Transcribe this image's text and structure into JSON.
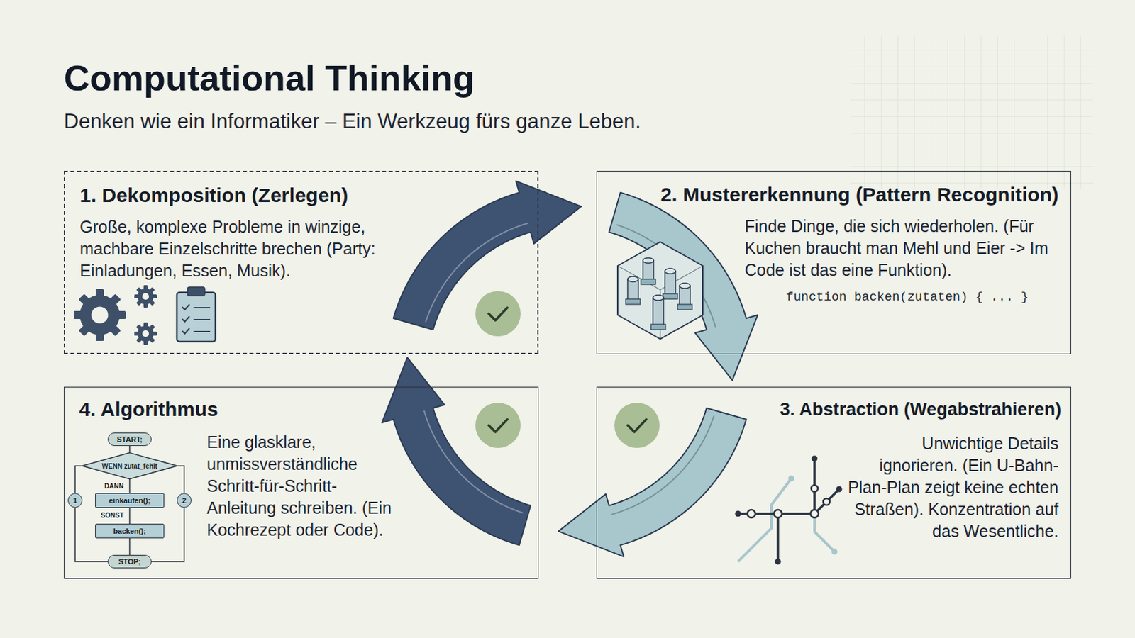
{
  "diagram": {
    "title": "Computational Thinking",
    "caption": "Denken wie ein Informatiker – Ein Werkzeug fürs ganze Leben.",
    "nodes": [
      {
        "text": [
          "1. Dekomposition (Zerlegen)",
          "Große, komplexe Probleme in winzige, machbare Einzelschritte brechen (Party: Einladungen, Essen, Musik)."
        ]
      },
      {
        "text": [
          "2. Mustererkennung (Pattern Recognition)",
          "Finde Dinge, die sich wiederholen. (Für Kuchen braucht man Mehl und Eier -> Im Code ist das eine Funktion).",
          "function backen(zutaten) { ... }"
        ]
      },
      {
        "text": [
          "3. Abstraction (Wegabstrahieren)",
          "Unwichtige Details ignorieren. (Ein U-Bahn-Plan-Plan zeigt keine echten Straßen). Konzentration auf das Wesentliche."
        ]
      },
      {
        "text": [
          "4. Algorithmus",
          "Eine glasklare, unmissverständliche Schritt-für-Schritt- Anleitung schreiben. (Ein Kochrezept oder Code)."
        ]
      },
      {
        "text": [
          "START;"
        ],
        "in": 3
      },
      {
        "text": [
          "WENN zutat_fehlt"
        ],
        "in": 3
      },
      {
        "text": [
          "einkaufen();"
        ],
        "in": 3
      },
      {
        "text": [
          "backen();"
        ],
        "in": 3
      },
      {
        "text": [
          "STOP;"
        ],
        "in": 3
      },
      {
        "text": [
          "1"
        ],
        "in": 3
      },
      {
        "text": [
          "2"
        ],
        "in": 3
      }
    ],
    "edges": [
      {
        "from": 4,
        "to": 5,
        "arrow": "none"
      },
      {
        "from": 5,
        "to": 6,
        "label": "DANN",
        "arrow": "none"
      },
      {
        "from": 6,
        "to": 7,
        "label": "SONST",
        "arrow": "none"
      },
      {
        "from": 7,
        "to": 8,
        "arrow": "none"
      },
      {
        "from": 5,
        "to": 9,
        "arrow": "none"
      },
      {
        "from": 9,
        "to": 8,
        "arrow": "none"
      },
      {
        "from": 5,
        "to": 10,
        "arrow": "none"
      },
      {
        "from": 10,
        "to": 8,
        "arrow": "none"
      }
    ]
  }
}
